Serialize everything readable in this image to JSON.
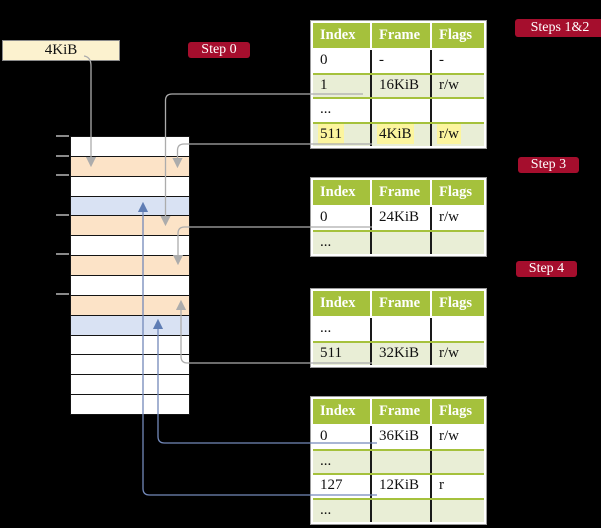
{
  "frame_size_box": {
    "label": "4KiB"
  },
  "badges": {
    "step0": "Step 0",
    "steps12": "Steps 1&2",
    "step3": "Step 3",
    "step4": "Step 4"
  },
  "memory_column": {
    "rows": [
      "white",
      "orange",
      "white",
      "blue",
      "orange",
      "white",
      "orange",
      "white",
      "orange",
      "blue",
      "white",
      "white",
      "white",
      "white"
    ]
  },
  "tables": [
    {
      "headers": [
        "Index",
        "Frame",
        "Flags"
      ],
      "rows": [
        {
          "index": "0",
          "frame": "-",
          "flags": "-"
        },
        {
          "index": "1",
          "frame": "16KiB",
          "flags": "r/w"
        },
        {
          "index": "...",
          "frame": "",
          "flags": ""
        },
        {
          "index": "511",
          "frame": "4KiB",
          "flags": "r/w",
          "hl": true
        }
      ]
    },
    {
      "headers": [
        "Index",
        "Frame",
        "Flags"
      ],
      "rows": [
        {
          "index": "0",
          "frame": "24KiB",
          "flags": "r/w"
        },
        {
          "index": "...",
          "frame": "",
          "flags": ""
        }
      ]
    },
    {
      "headers": [
        "Index",
        "Frame",
        "Flags"
      ],
      "rows": [
        {
          "index": "...",
          "frame": "",
          "flags": ""
        },
        {
          "index": "511",
          "frame": "32KiB",
          "flags": "r/w"
        }
      ]
    },
    {
      "headers": [
        "Index",
        "Frame",
        "Flags"
      ],
      "rows": [
        {
          "index": "0",
          "frame": "36KiB",
          "flags": "r/w"
        },
        {
          "index": "...",
          "frame": "",
          "flags": ""
        },
        {
          "index": "127",
          "frame": "12KiB",
          "flags": "r"
        },
        {
          "index": "...",
          "frame": "",
          "flags": ""
        }
      ]
    }
  ],
  "colors": {
    "badge_red": "#A50E2D",
    "table_header_green": "#A5C13C",
    "table_row_green": "#E9EED6",
    "frame_orange": "#FCE3C7",
    "page_table_blue": "#D9E2F3",
    "highlight_yellow": "#FCF59E",
    "box_cream": "#FCF2CF",
    "connector_gray": "#ACACAC",
    "connector_blue": "#7389BA"
  }
}
